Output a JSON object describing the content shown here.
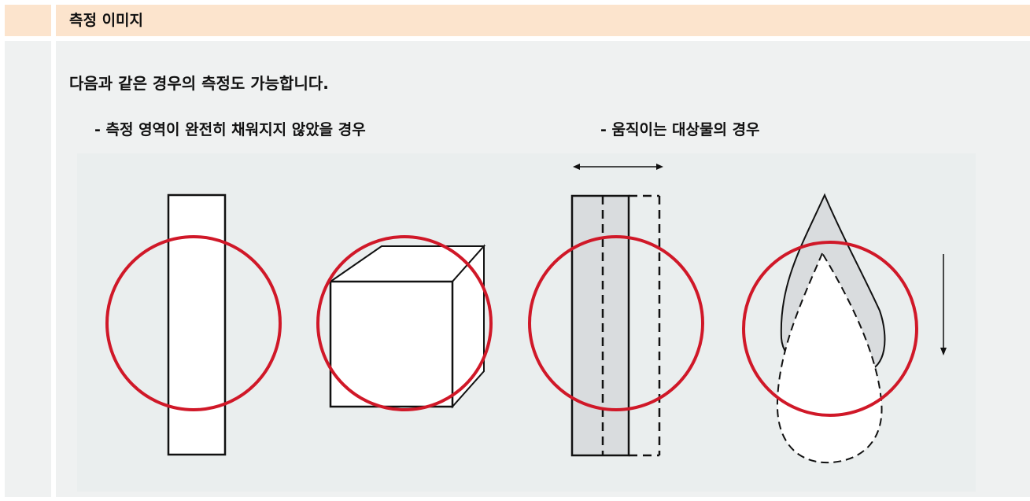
{
  "header": {
    "title": "측정 이미지"
  },
  "intro": {
    "text": "다음과 같은 경우의 측정도 가능합니다."
  },
  "captions": {
    "partial_fill": "- 측정 영역이 완전히 채워지지 않았을 경우",
    "moving_target": "- 움직이는 대상물의 경우"
  },
  "colors": {
    "header_bg": "#fce4cd",
    "panel_bg": "#eff1f1",
    "figure_bg": "#eaeeee",
    "measurement_circle": "#d01828",
    "motion_shade": "#d9dcde"
  },
  "figures": [
    {
      "icon": "vertical-bar-icon"
    },
    {
      "icon": "cube-icon"
    },
    {
      "icon": "moving-bar-icon"
    },
    {
      "icon": "falling-drop-icon"
    }
  ]
}
